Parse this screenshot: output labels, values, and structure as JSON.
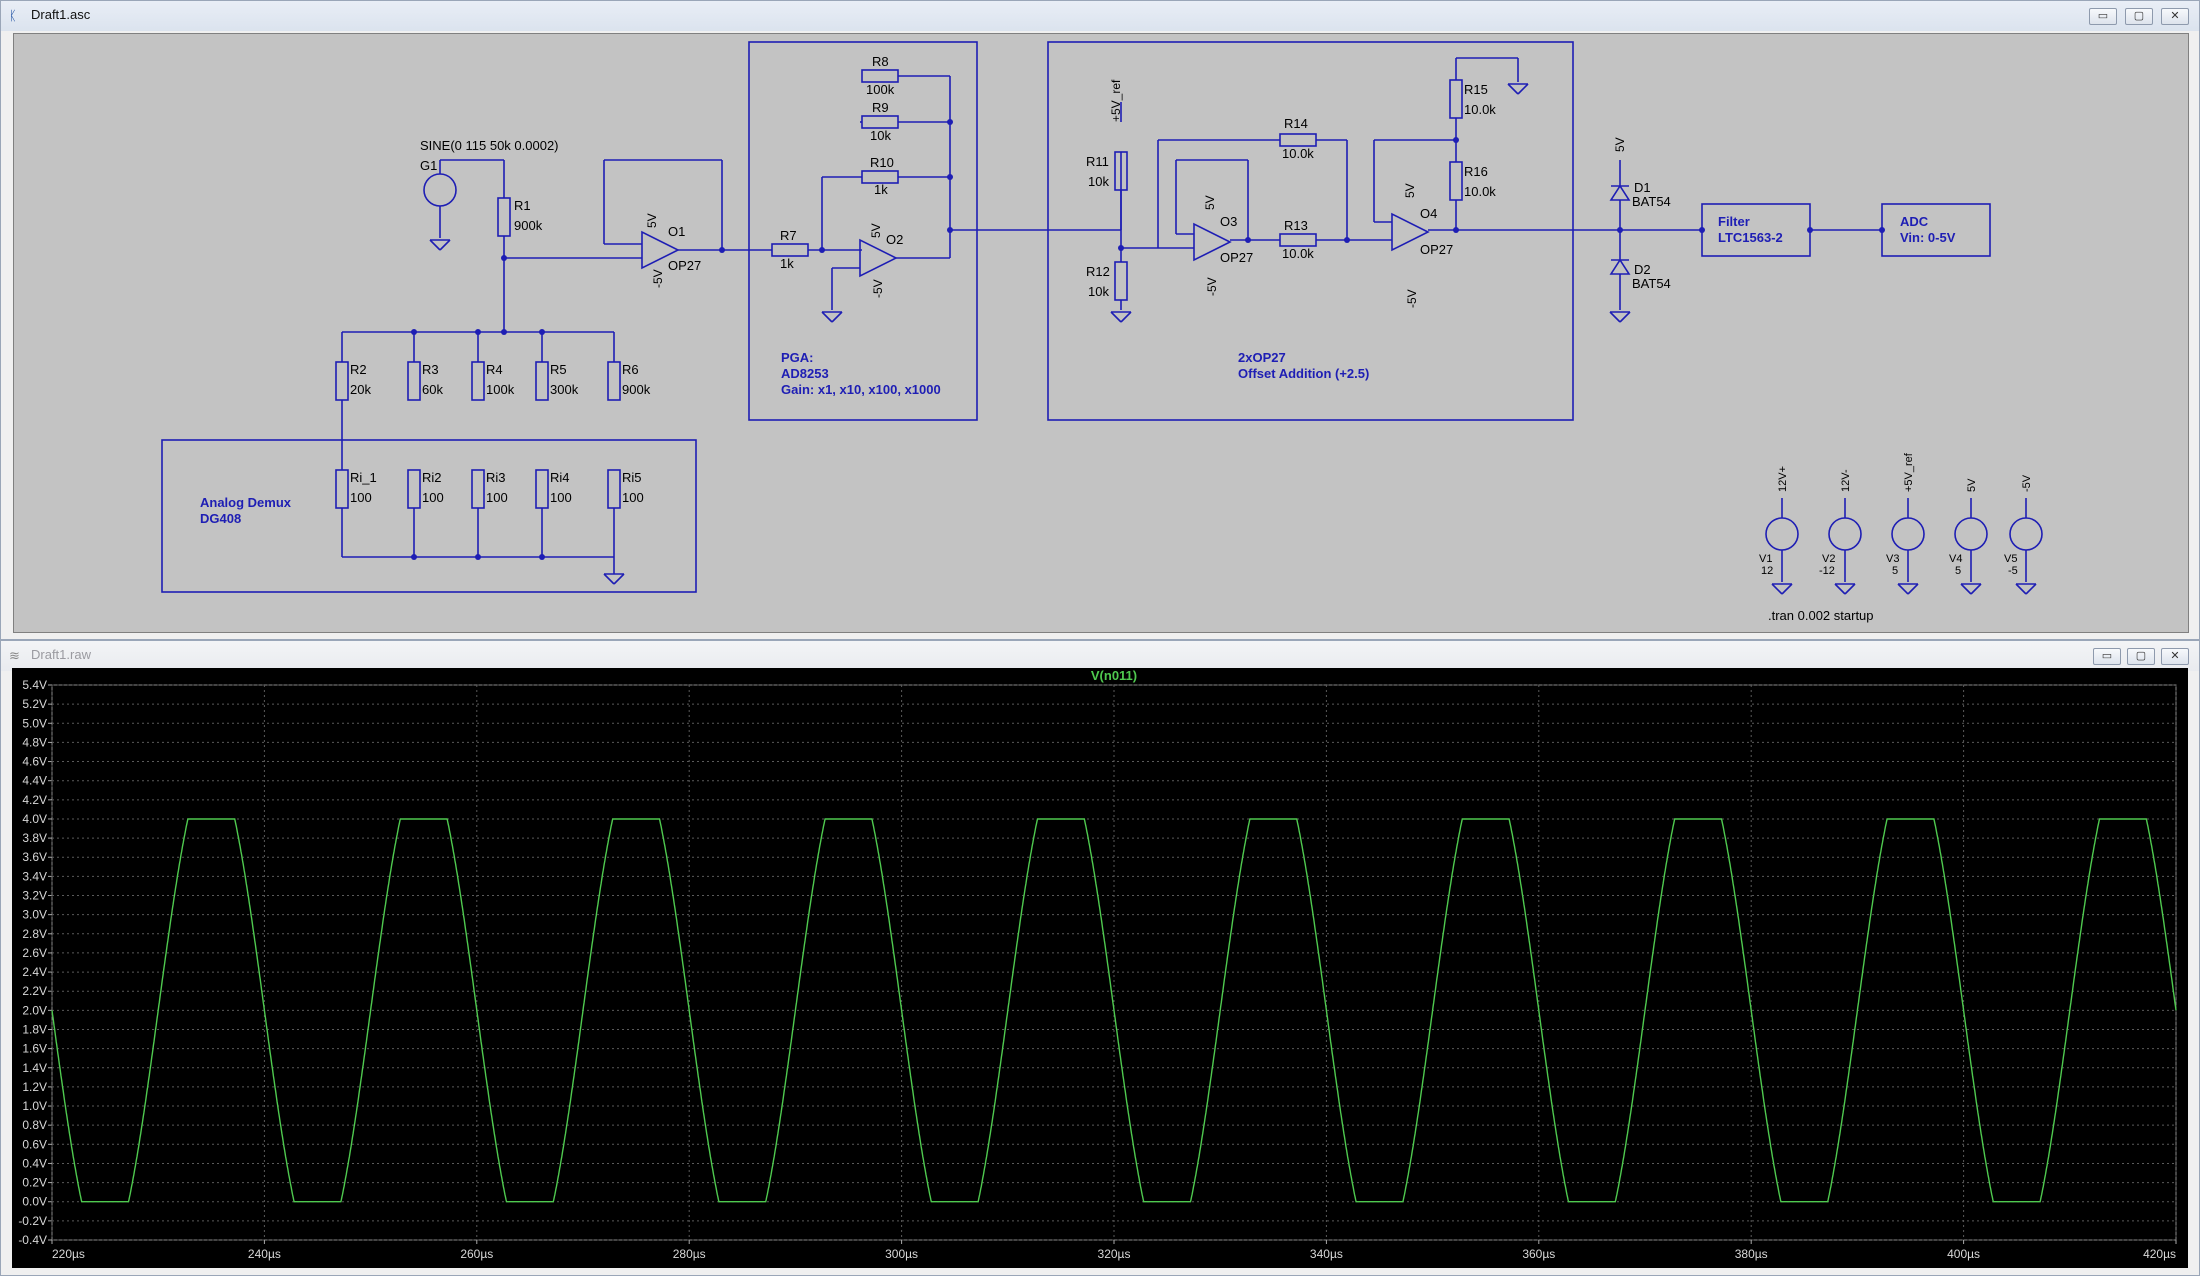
{
  "schematic_window": {
    "title": "Draft1.asc",
    "buttons": {
      "minimize": "▭",
      "maximize": "▢",
      "close": "✕"
    }
  },
  "schematic": {
    "source_g1": {
      "name": "G1",
      "value": "SINE(0 115 50k 0.0002)"
    },
    "r1": {
      "name": "R1",
      "value": "900k"
    },
    "r2": {
      "name": "R2",
      "value": "20k"
    },
    "r3": {
      "name": "R3",
      "value": "60k"
    },
    "r4": {
      "name": "R4",
      "value": "100k"
    },
    "r5": {
      "name": "R5",
      "value": "300k"
    },
    "r6": {
      "name": "R6",
      "value": "900k"
    },
    "ri1": {
      "name": "Ri_1",
      "value": "100"
    },
    "ri2": {
      "name": "Ri2",
      "value": "100"
    },
    "ri3": {
      "name": "Ri3",
      "value": "100"
    },
    "ri4": {
      "name": "Ri4",
      "value": "100"
    },
    "ri5": {
      "name": "Ri5",
      "value": "100"
    },
    "demux_label": [
      "Analog Demux",
      "DG408"
    ],
    "o1": {
      "name": "O1",
      "part": "OP27",
      "vplus": "5V",
      "vminus": "-5V"
    },
    "r7": {
      "name": "R7",
      "value": "1k"
    },
    "r8": {
      "name": "R8",
      "value": "100k"
    },
    "r9": {
      "name": "R9",
      "value": "10k"
    },
    "r10": {
      "name": "R10",
      "value": "1k"
    },
    "o2": {
      "name": "O2",
      "vplus": "5V",
      "vminus": "-5V"
    },
    "pga_label": [
      "PGA:",
      "AD8253",
      "Gain: x1, x10, x100, x1000"
    ],
    "vref_label": "+5V_ref",
    "r11": {
      "name": "R11",
      "value": "10k"
    },
    "r12": {
      "name": "R12",
      "value": "10k"
    },
    "r13": {
      "name": "R13",
      "value": "10.0k"
    },
    "r14": {
      "name": "R14",
      "value": "10.0k"
    },
    "r15": {
      "name": "R15",
      "value": "10.0k"
    },
    "r16": {
      "name": "R16",
      "value": "10.0k"
    },
    "o3": {
      "name": "O3",
      "part": "OP27",
      "vplus": "5V",
      "vminus": "-5V"
    },
    "o4": {
      "name": "O4",
      "part": "OP27",
      "vplus": "5V",
      "vminus": "-5V"
    },
    "offset_label": [
      "2xOP27",
      "Offset Addition (+2.5)"
    ],
    "diode_supply": "5V",
    "d1": {
      "name": "D1",
      "part": "BAT54"
    },
    "d2": {
      "name": "D2",
      "part": "BAT54"
    },
    "filter_label": [
      "Filter",
      "LTC1563-2"
    ],
    "adc_label": [
      "ADC",
      "Vin: 0-5V"
    ],
    "supplies": [
      {
        "net": "12V+",
        "name": "V1",
        "value": "12"
      },
      {
        "net": "12V-",
        "name": "V2",
        "value": "-12"
      },
      {
        "net": "+5V_ref",
        "name": "V3",
        "value": "5"
      },
      {
        "net": "5V",
        "name": "V4",
        "value": "5"
      },
      {
        "net": "-5V",
        "name": "V5",
        "value": "-5"
      }
    ],
    "directive": ".tran 0.002 startup"
  },
  "plot_window": {
    "title": "Draft1.raw",
    "buttons": {
      "minimize": "▭",
      "maximize": "▢",
      "close": "✕"
    }
  },
  "chart_data": {
    "type": "line",
    "title": "V(n011)",
    "xlabel": "",
    "ylabel": "",
    "x_unit": "µs",
    "xlim": [
      220,
      420
    ],
    "ylim": [
      -0.4,
      5.4
    ],
    "grid": true,
    "x_ticks": [
      "220µs",
      "240µs",
      "260µs",
      "280µs",
      "300µs",
      "320µs",
      "340µs",
      "360µs",
      "380µs",
      "400µs",
      "420µs"
    ],
    "y_ticks": [
      "-0.4V",
      "-0.2V",
      "0.0V",
      "0.2V",
      "0.4V",
      "0.6V",
      "0.8V",
      "1.0V",
      "1.2V",
      "1.4V",
      "1.6V",
      "1.8V",
      "2.0V",
      "2.2V",
      "2.4V",
      "2.6V",
      "2.8V",
      "3.0V",
      "3.2V",
      "3.4V",
      "3.6V",
      "3.8V",
      "4.0V",
      "4.2V",
      "4.4V",
      "4.6V",
      "4.8V",
      "5.0V",
      "5.2V",
      "5.4V"
    ],
    "series": [
      {
        "name": "V(n011)",
        "color": "#4fc94f",
        "frequency_khz": 50,
        "offset_v": 2.0,
        "amplitude_v": 2.6,
        "clip_high_v": 4.0,
        "clip_low_v": 0.0,
        "min_time_us": 225
      }
    ]
  },
  "colors": {
    "wire": "#1e1eb4",
    "canvas": "#c3c3c3",
    "trace": "#4fc94f",
    "grid": "#5a5a5a"
  }
}
